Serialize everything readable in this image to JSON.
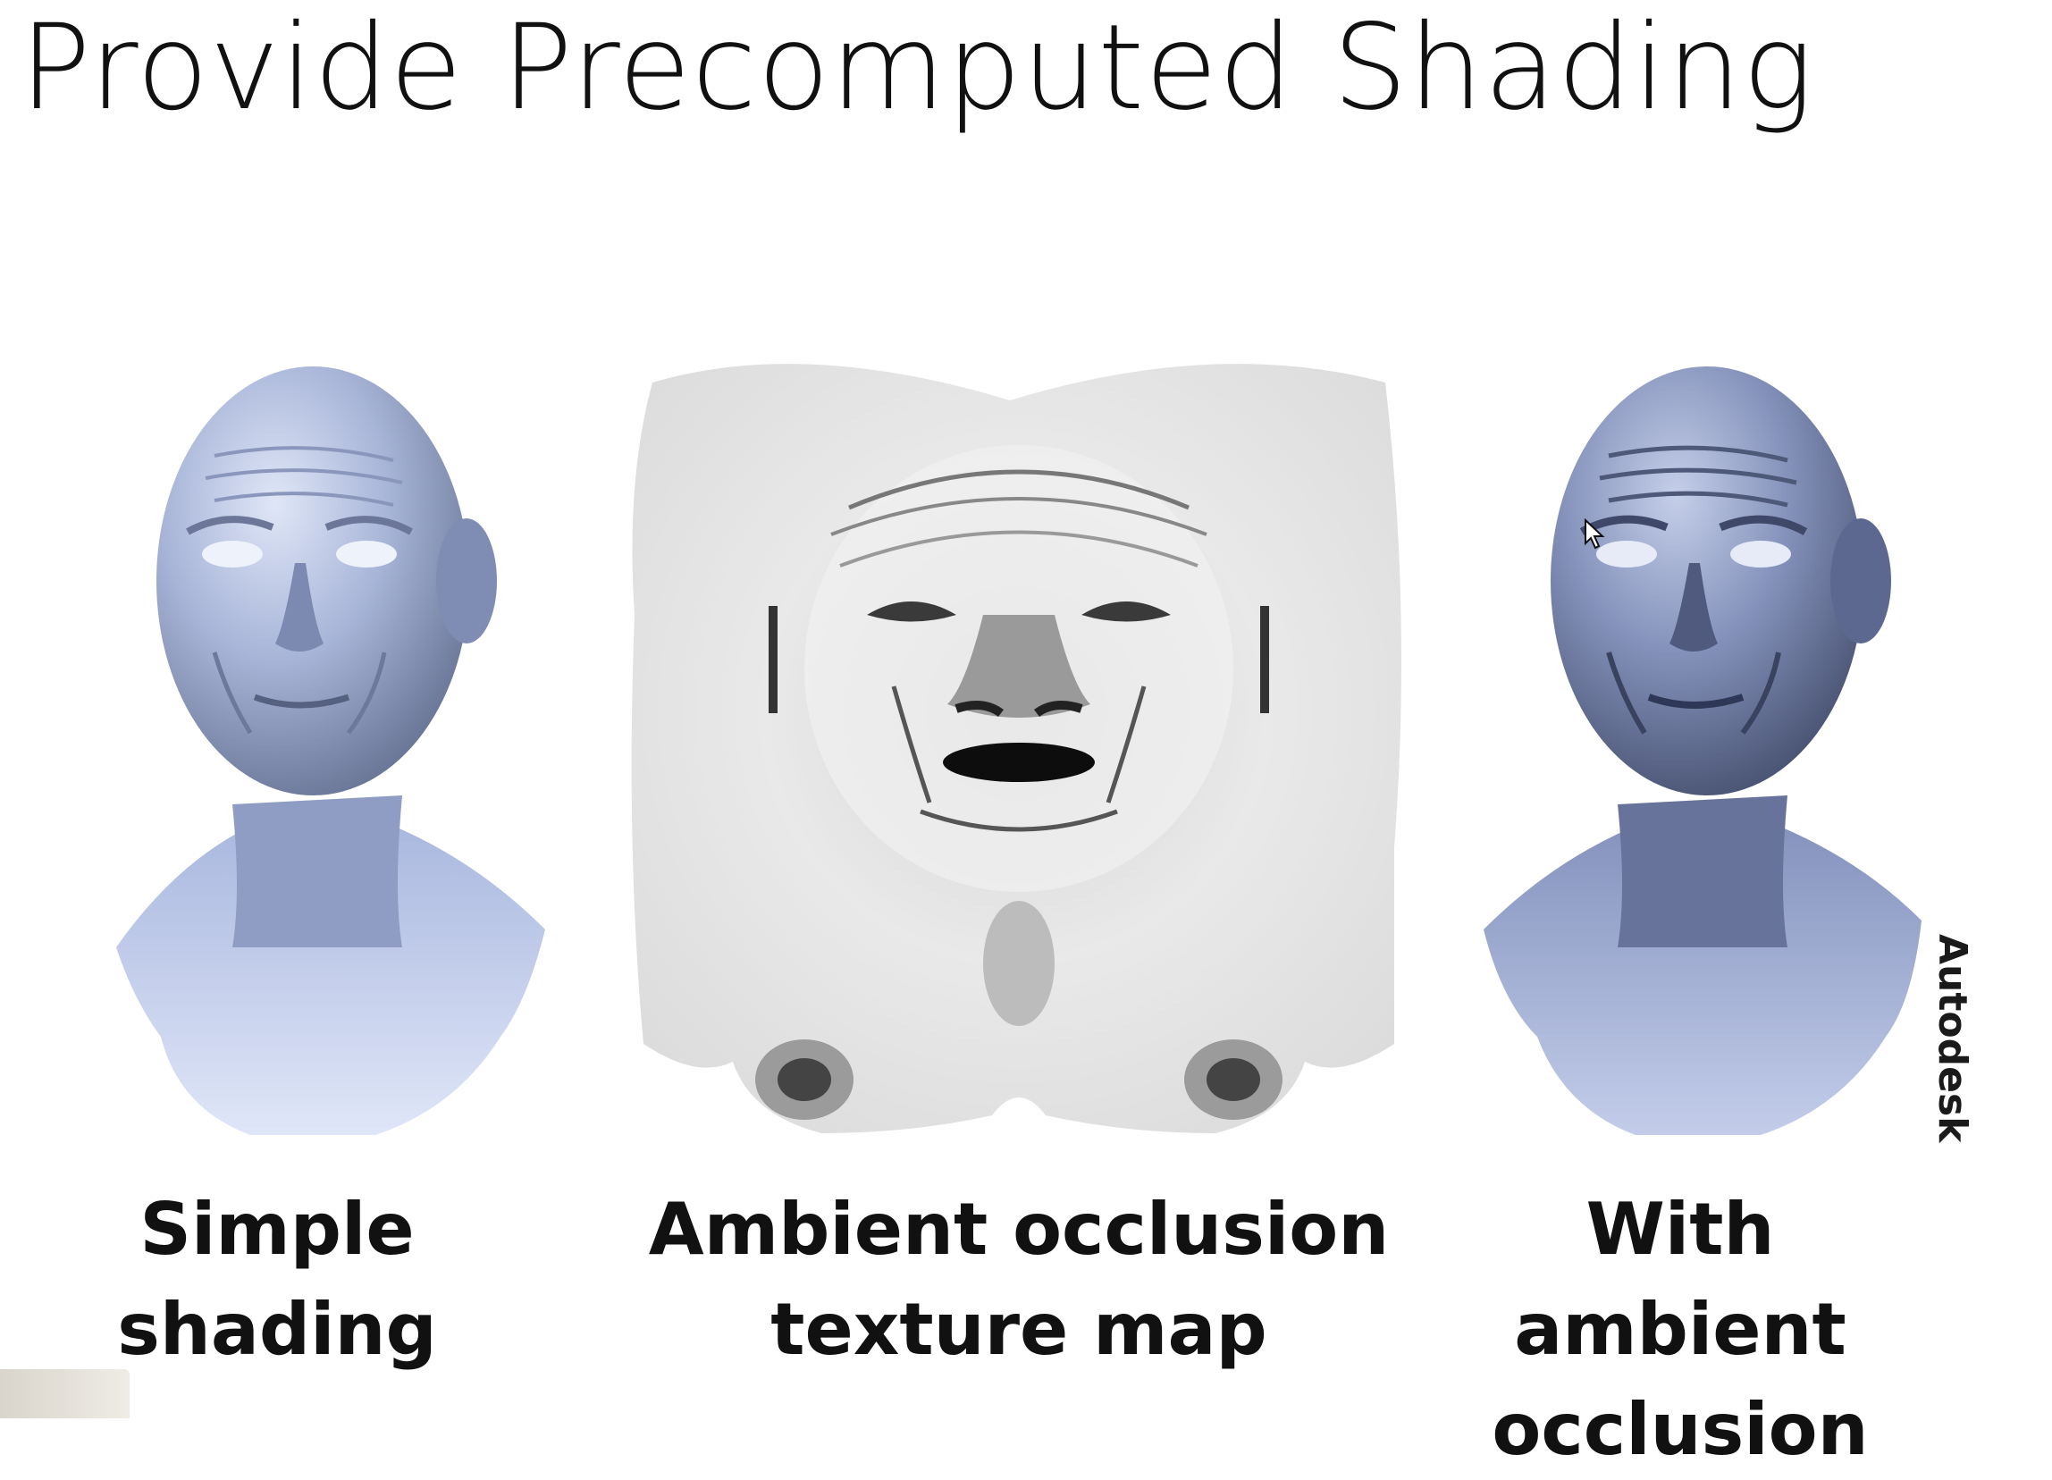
{
  "slide": {
    "title": "Provide Precomputed Shading"
  },
  "figures": [
    {
      "id": "simple",
      "caption": "Simple\nshading",
      "image": "bust-simple-shading"
    },
    {
      "id": "ao-map",
      "caption": "Ambient occlusion\ntexture map",
      "image": "ao-texture-map"
    },
    {
      "id": "with-ao",
      "caption": "With ambient\nocclusion",
      "image": "bust-with-ao"
    }
  ],
  "logo": {
    "text": "Autodesk"
  },
  "colors": {
    "bust_light": "#c9d4ee",
    "bust_mid": "#8e9cc4",
    "bust_dark": "#4f5a7a",
    "map_light": "#f2f2f2",
    "map_dark": "#111111",
    "text": "#111111"
  }
}
